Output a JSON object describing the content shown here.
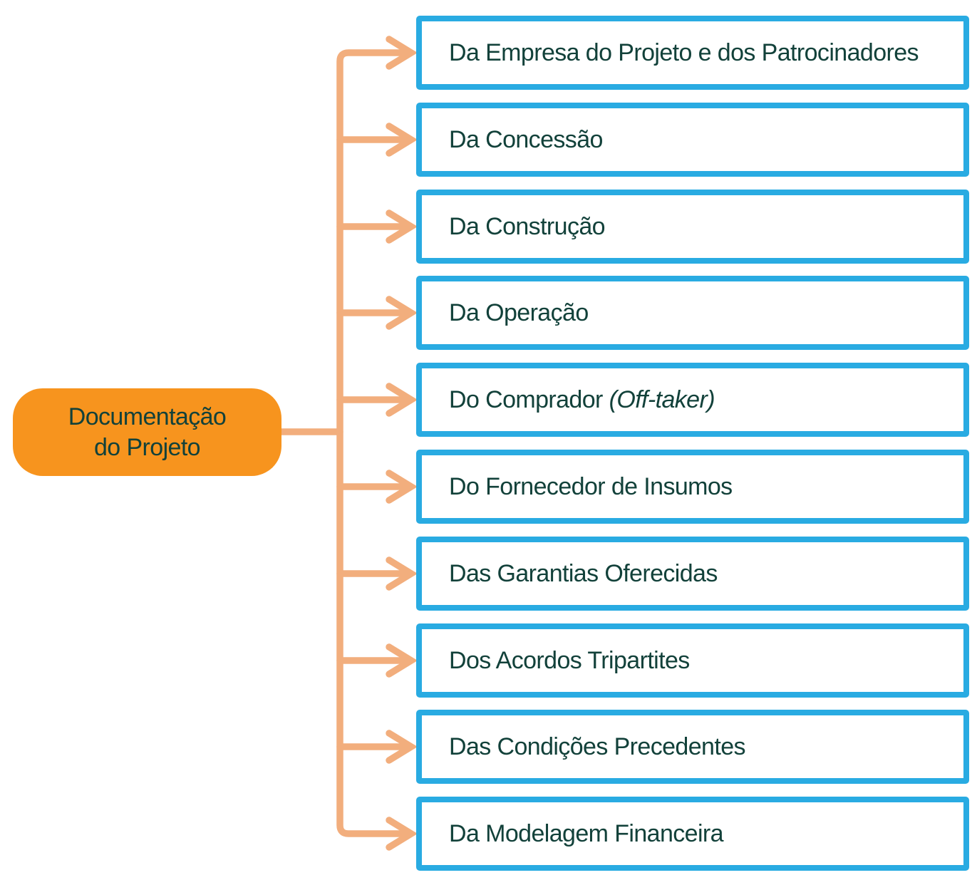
{
  "diagram": {
    "root": {
      "line1": "Documentação",
      "line2": "do Projeto"
    },
    "nodes": [
      {
        "label": "Da Empresa do Projeto e dos Patrocinadores",
        "label_italic": ""
      },
      {
        "label": "Da Concessão",
        "label_italic": ""
      },
      {
        "label": "Da Construção",
        "label_italic": ""
      },
      {
        "label": "Da Operação",
        "label_italic": ""
      },
      {
        "label": "Do Comprador ",
        "label_italic": "(Off-taker)"
      },
      {
        "label": "Do Fornecedor de Insumos",
        "label_italic": ""
      },
      {
        "label": "Das Garantias Oferecidas",
        "label_italic": ""
      },
      {
        "label": "Dos Acordos Tripartites",
        "label_italic": ""
      },
      {
        "label": "Das Condições Precedentes",
        "label_italic": ""
      },
      {
        "label": "Da Modelagem Financeira",
        "label_italic": ""
      }
    ],
    "colors": {
      "root_fill": "#F7941E",
      "node_border": "#29ABE2",
      "connector": "#F2AE7D",
      "text": "#12413A"
    }
  }
}
